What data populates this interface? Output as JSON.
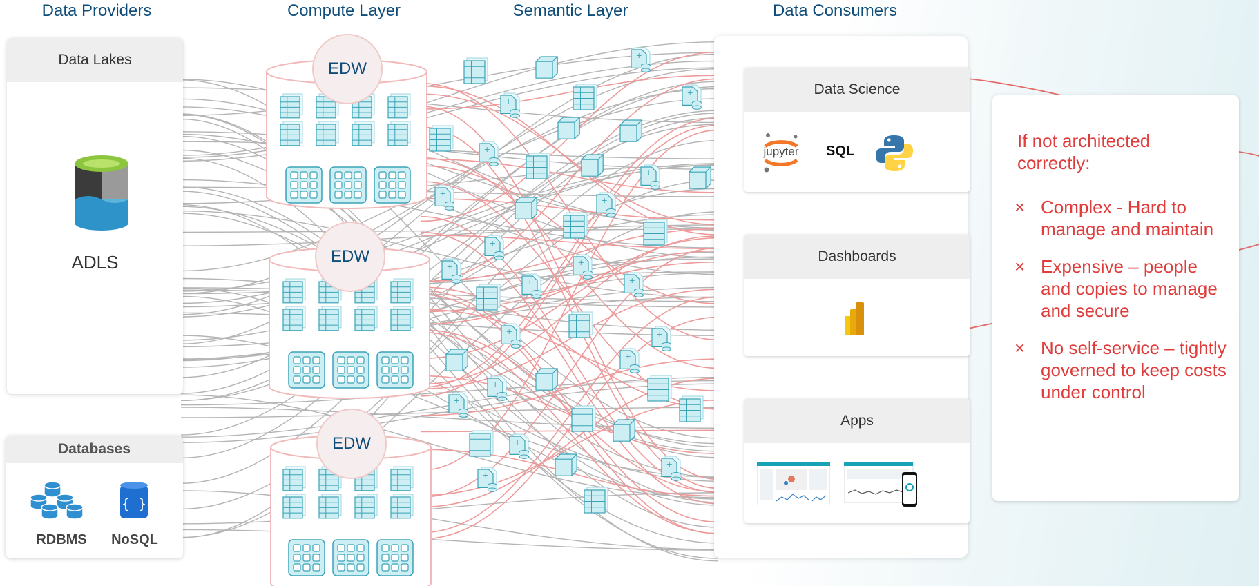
{
  "headers": {
    "providers": "Data Providers",
    "compute": "Compute Layer",
    "semantic": "Semantic Layer",
    "consumers": "Data Consumers"
  },
  "data_lakes": {
    "title": "Data Lakes",
    "item": "ADLS"
  },
  "databases": {
    "title": "Databases",
    "rdbms": "RDBMS",
    "nosql": "NoSQL"
  },
  "edw_label": "EDW",
  "consumers": {
    "data_science": {
      "title": "Data Science",
      "jupyter": "jupyter",
      "sql": "SQL"
    },
    "dashboards": {
      "title": "Dashboards"
    },
    "apps": {
      "title": "Apps"
    }
  },
  "callout": {
    "intro": "If not architected correctly:",
    "bullets": [
      "Complex - Hard to manage and maintain",
      "Expensive – people and copies to manage and secure",
      "No self-service – tightly governed to keep costs under control"
    ],
    "bullet_marker": "×"
  },
  "colors": {
    "heading": "#0f4d7a",
    "accent_red": "#e03c3c",
    "line_gray": "#b4b4b4",
    "line_red": "#ee9a9a",
    "icon_fill": "#cdeef3",
    "icon_stroke": "#3aa3b8"
  }
}
